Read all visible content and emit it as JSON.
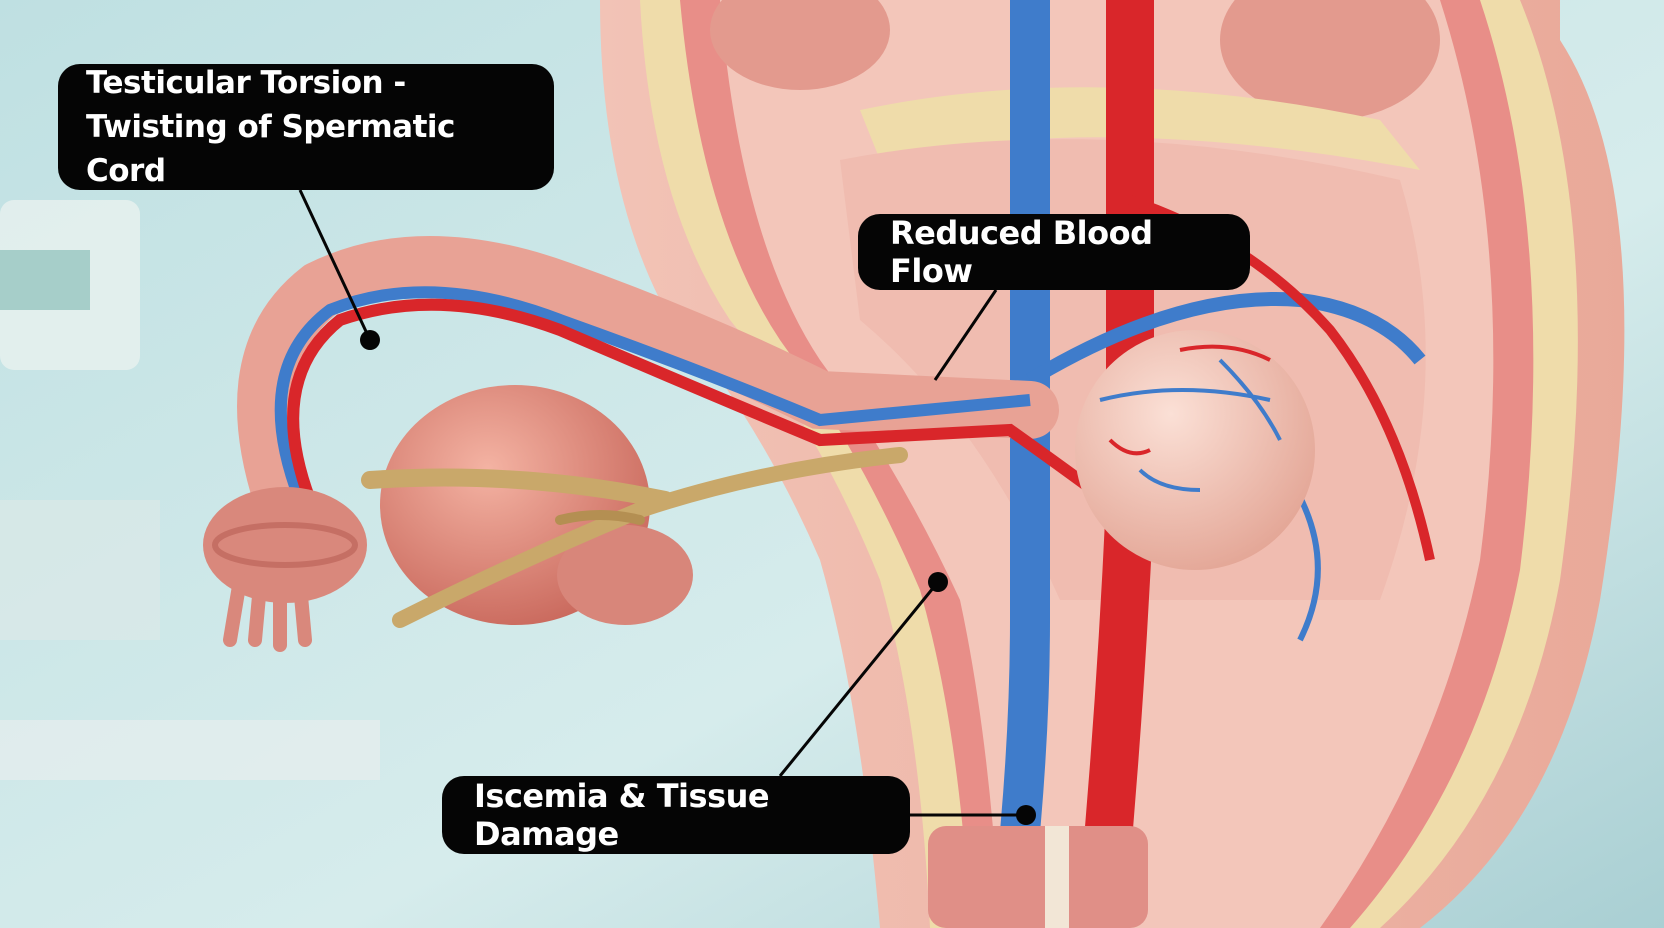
{
  "labels": {
    "torsion": {
      "line1": "Testicular Torsion -",
      "line2": "Twisting of Spermatic Cord"
    },
    "blood_flow": "Reduced Blood Flow",
    "ischemia": "Iscemia & Tissue Damage"
  },
  "colors": {
    "background": "#cfe6e8",
    "artery": "#d9262a",
    "vein": "#3f7ccb",
    "tissue": "#eba295",
    "fat_layer": "#efdcaa",
    "rope": "#c9a86a",
    "label_bg": "#050505",
    "label_text": "#ffffff"
  }
}
